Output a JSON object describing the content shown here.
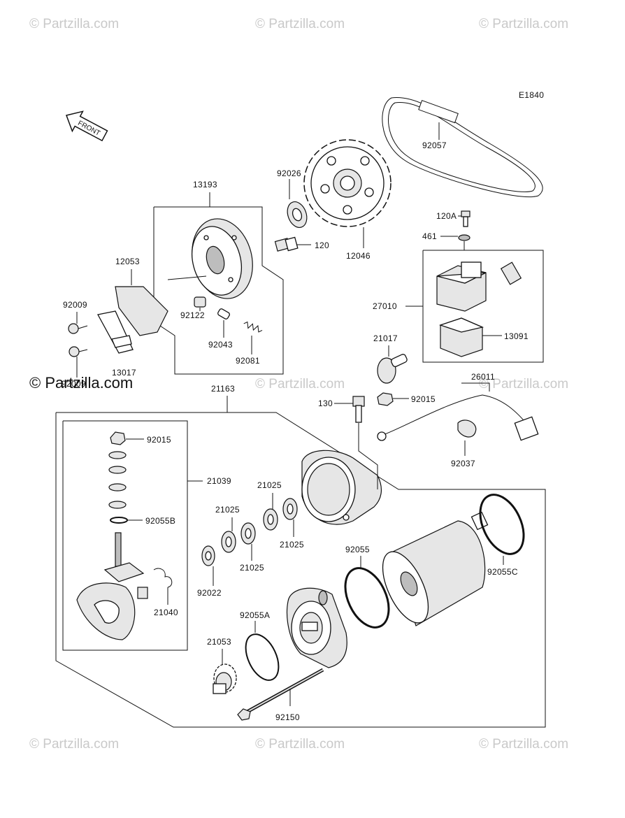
{
  "diagram_code": "E1840",
  "front_label": "FRONT",
  "watermark_text": "© Partzilla.com",
  "labels": {
    "l92057": "92057",
    "l92026": "92026",
    "l13193": "13193",
    "l120A": "120A",
    "l461": "461",
    "l120": "120",
    "l12046": "12046",
    "l12053": "12053",
    "l27010": "27010",
    "l92009a": "92009",
    "l92009b": "92009",
    "l92122": "92122",
    "l92043": "92043",
    "l92081": "92081",
    "l13091": "13091",
    "l21017": "21017",
    "l21163": "21163",
    "l26011": "26011",
    "l130": "130",
    "l92015a": "92015",
    "l92015b": "92015",
    "l92037": "92037",
    "l21039": "21039",
    "l92055B": "92055B",
    "l21025a": "21025",
    "l21025b": "21025",
    "l21025c": "21025",
    "l21025d": "21025",
    "l92055": "92055",
    "l92055C": "92055C",
    "l92022": "92022",
    "l21040": "21040",
    "l92055A": "92055A",
    "l21053": "21053",
    "l92150": "92150",
    "l13017": "13017"
  },
  "colors": {
    "ink": "#111111",
    "watermark": "#c9c9c9"
  }
}
